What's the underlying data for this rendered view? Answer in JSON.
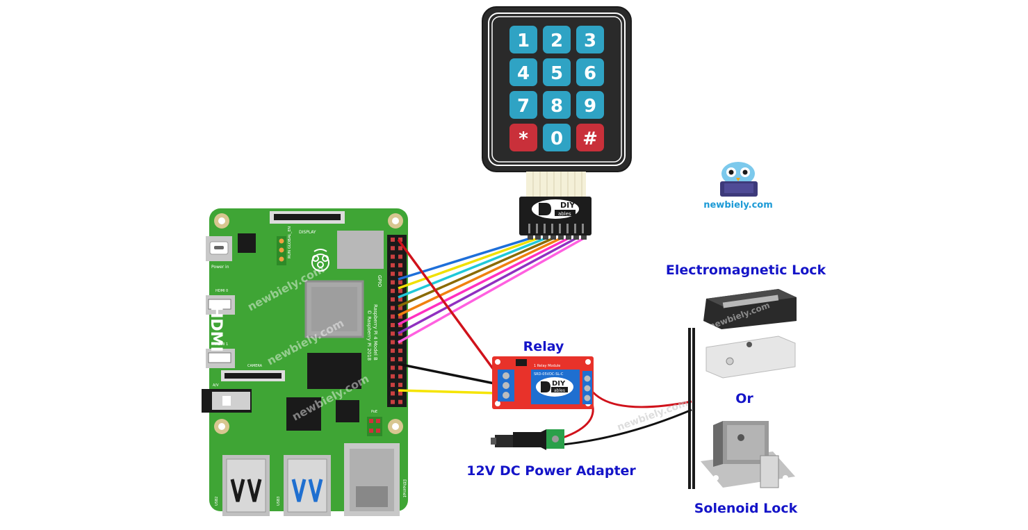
{
  "keypad": {
    "keys": [
      {
        "label": "1",
        "color": "#2fa3c4"
      },
      {
        "label": "2",
        "color": "#2fa3c4"
      },
      {
        "label": "3",
        "color": "#2fa3c4"
      },
      {
        "label": "4",
        "color": "#2fa3c4"
      },
      {
        "label": "5",
        "color": "#2fa3c4"
      },
      {
        "label": "6",
        "color": "#2fa3c4"
      },
      {
        "label": "7",
        "color": "#2fa3c4"
      },
      {
        "label": "8",
        "color": "#2fa3c4"
      },
      {
        "label": "9",
        "color": "#2fa3c4"
      },
      {
        "label": "*",
        "color": "#c9303a"
      },
      {
        "label": "0",
        "color": "#2fa3c4"
      },
      {
        "label": "#",
        "color": "#c9303a"
      }
    ],
    "connector_brand_top": "DIY",
    "connector_brand_bottom": "ables"
  },
  "watermark_logo": "newbiely.com",
  "watermark_text": "newbiely.com",
  "raspberry_pi": {
    "hdmi_label": "HDMI",
    "power_label": "Power in",
    "hdmi0_label": "HDMI 0",
    "hdmi1_label": "HDMI 1",
    "display_label": "DISPLAY",
    "camera_label": "CAMERA",
    "gpio_label": "GPIO",
    "model_line1": "Raspberry Pi 4 Model B",
    "model_line2": "© Raspberry Pi 2018",
    "usb2_label": "USB2",
    "usb3_label": "USB3",
    "ethernet_label": "Ethernet",
    "poe_label": "PoE",
    "av_label": "A/V",
    "run_label": "RUN  GLOBAL_EN",
    "board_color": "#3fa535"
  },
  "relay": {
    "title": "Relay",
    "brand_top": "DIY",
    "brand_bottom": "ables",
    "module_text": "1 Relay Module",
    "model_text": "SRD-05VDC-SL-C",
    "board_color": "#e8322a"
  },
  "power_adapter": {
    "label": "12V DC Power Adapter"
  },
  "locks": {
    "electromagnetic_label": "Electromagnetic Lock",
    "or_label": "Or",
    "solenoid_label": "Solenoid Lock"
  },
  "wire_colors": {
    "red": "#d0121b",
    "black": "#111111",
    "yellow": "#f5e400",
    "keypad": [
      "#1e6fd9",
      "#f0e000",
      "#20c8d8",
      "#8a6a00",
      "#f08010",
      "#ff30c0",
      "#9030c0",
      "#ff60e0"
    ]
  }
}
